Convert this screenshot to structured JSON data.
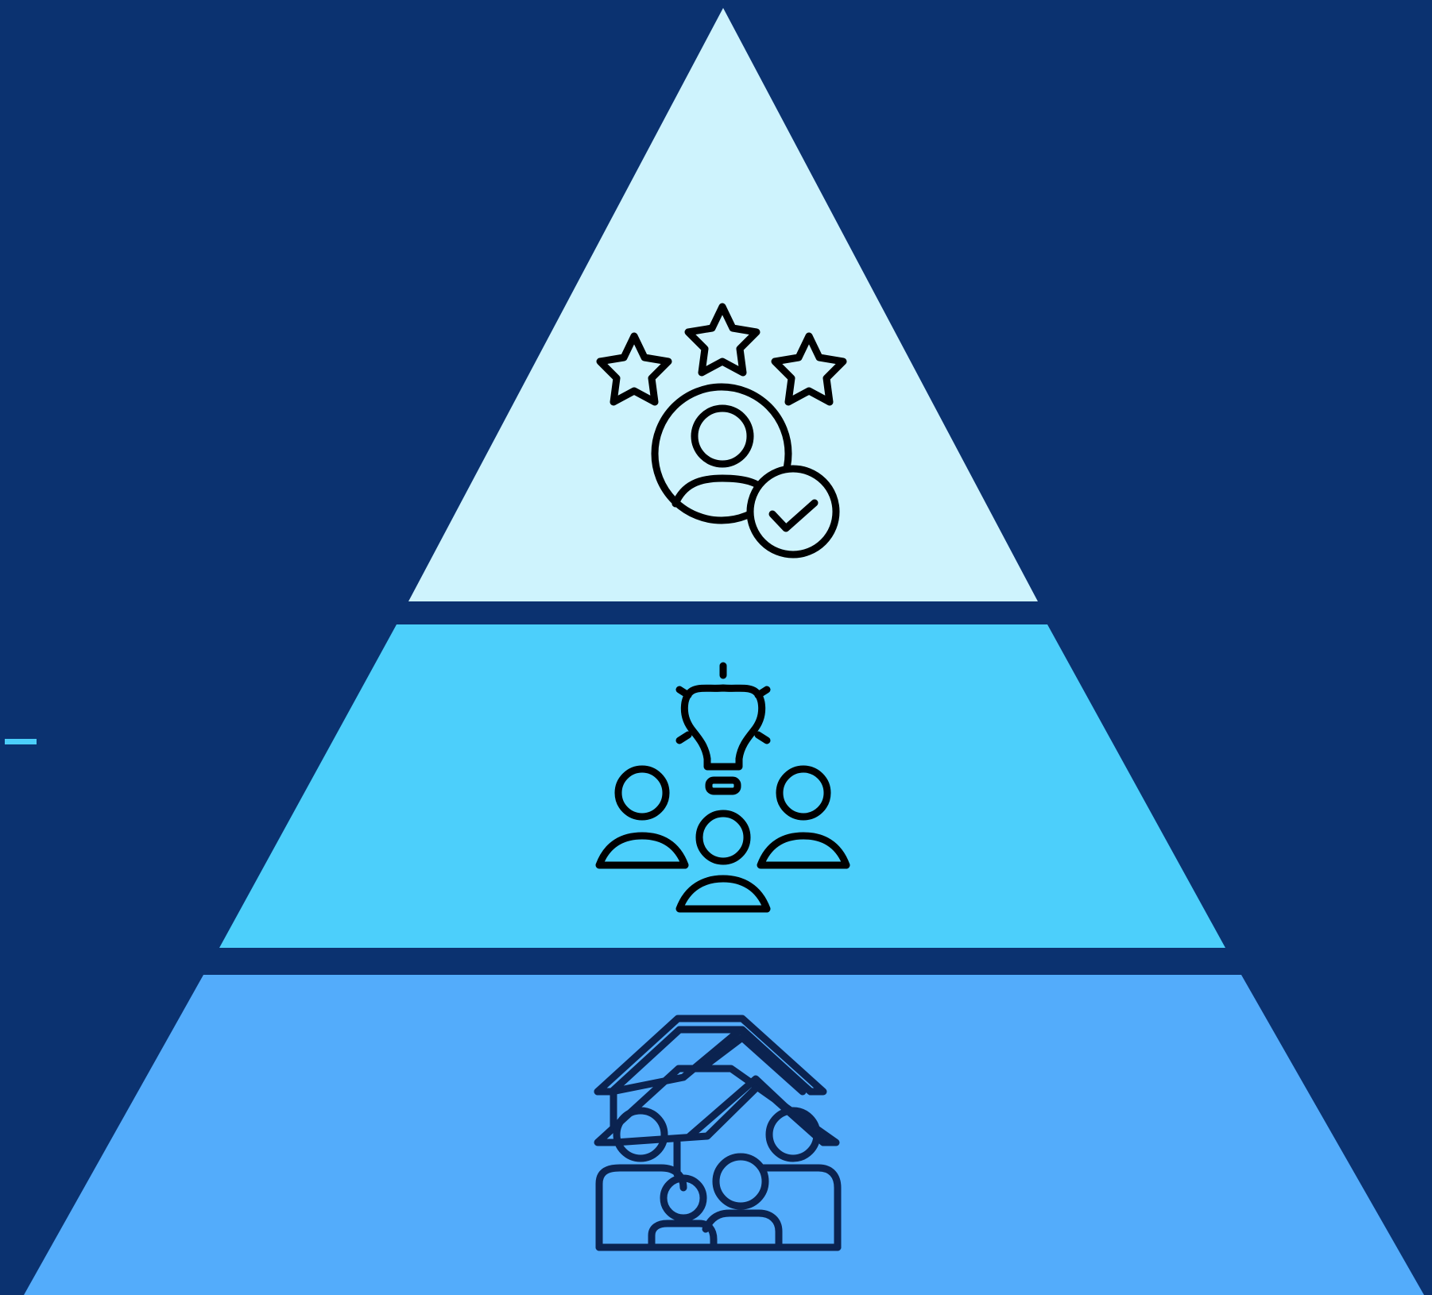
{
  "colors": {
    "background": "#0b3270",
    "tier_top": "#cef3fd",
    "tier_middle": "#4ccffb",
    "tier_bottom": "#53acfb",
    "icon_stroke_dark": "#000000",
    "icon_stroke_navy": "#0b2350",
    "edge_dash": "#4ccffb"
  },
  "pyramid": {
    "tiers": [
      {
        "id": "top",
        "icon": "rated-person-with-stars-and-check-icon"
      },
      {
        "id": "middle",
        "icon": "team-with-lightbulb-idea-icon"
      },
      {
        "id": "bottom",
        "icon": "family-under-house-roofs-icon"
      }
    ]
  }
}
